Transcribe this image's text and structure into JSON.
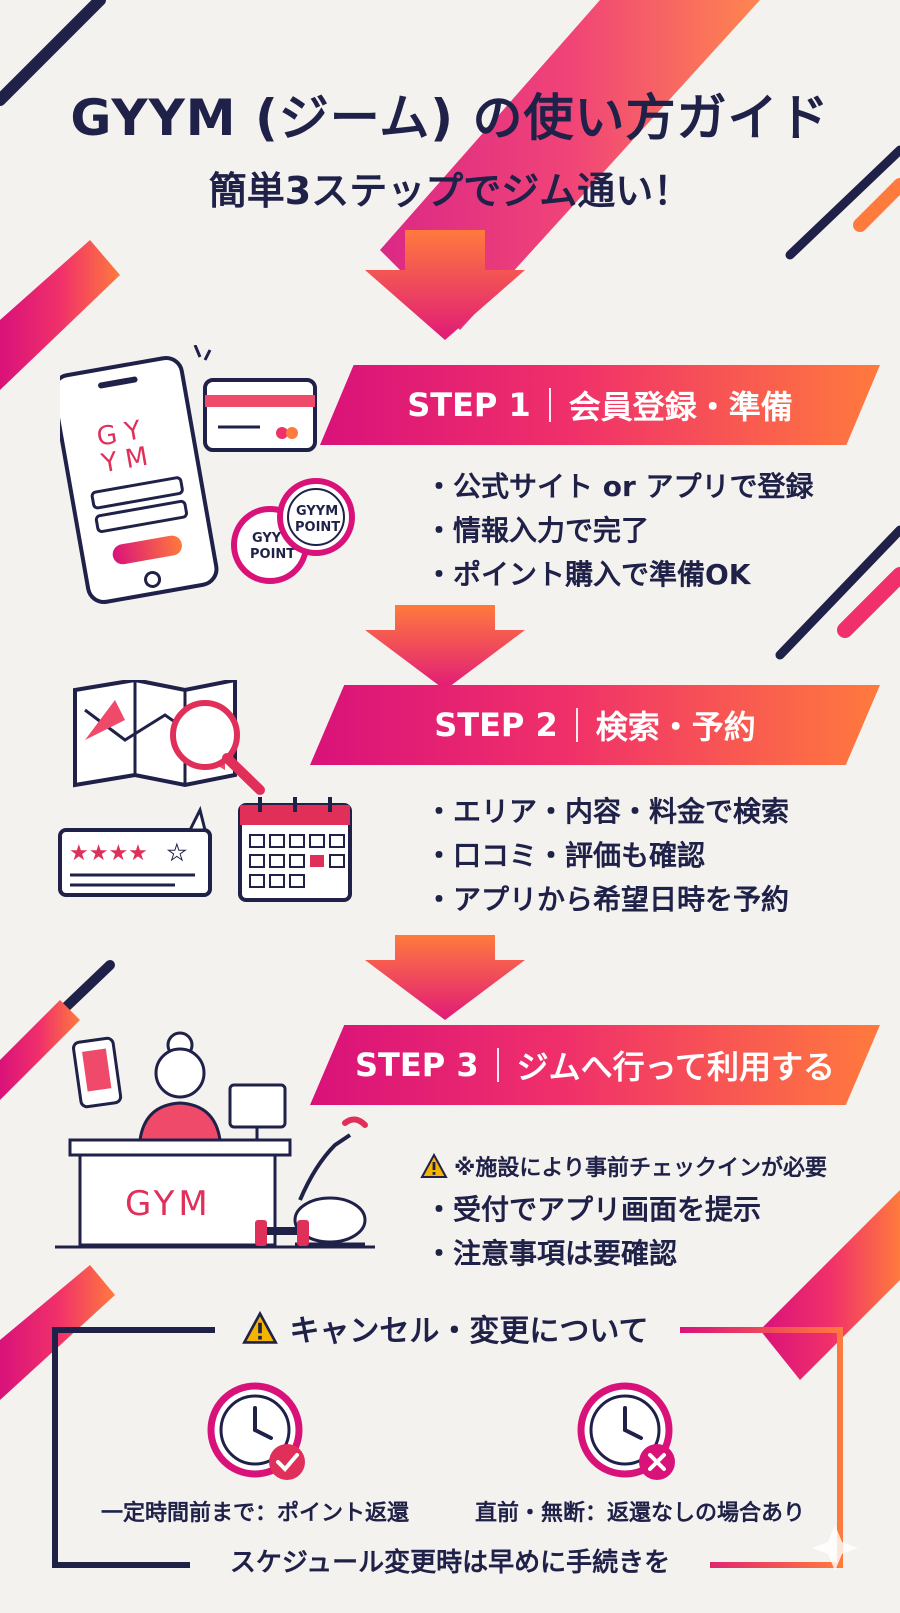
{
  "header": {
    "title": "GYYM (ジーム) の使い方ガイド",
    "subtitle": "簡単3ステップでジム通い！"
  },
  "steps": [
    {
      "label": "STEP 1",
      "heading": "会員登録・準備",
      "bullets": [
        "・公式サイト or アプリで登録",
        "・情報入力で完了",
        "・ポイント購入で準備OK"
      ]
    },
    {
      "label": "STEP 2",
      "heading": "検索・予約",
      "bullets": [
        "・エリア・内容・料金で検索",
        "・口コミ・評価も確認",
        "・アプリから希望日時を予約"
      ]
    },
    {
      "label": "STEP 3",
      "heading": "ジムへ行って利用する",
      "note": "※施設により事前チェックインが必要",
      "bullets": [
        "・受付でアプリ画面を提示",
        "・注意事項は要確認"
      ]
    }
  ],
  "illustration_text": {
    "phone_logo_top": "G Y",
    "phone_logo_bottom": "Y M",
    "coin_front_line1": "GYYM",
    "coin_front_line2": "POINT",
    "coin_back_line1": "GYY",
    "coin_back_line2": "POINT",
    "desk_sign": "GYM"
  },
  "cancel": {
    "title": "キャンセル・変更について",
    "left_caption": "一定時間前まで：ポイント返還",
    "right_caption": "直前・無断：返還なしの場合あり",
    "footer": "スケジュール変更時は早めに手続きを"
  },
  "colors": {
    "navy": "#1f2148",
    "magenta": "#d9127a",
    "pink": "#f0306a",
    "orange": "#ff7a3d",
    "background": "#f4f2ef",
    "warning": "#f5b400"
  },
  "icons": [
    "down-arrow-icon",
    "smartphone-icon",
    "credit-card-icon",
    "point-coin-icon",
    "map-icon",
    "magnifier-icon",
    "review-stars-icon",
    "calendar-icon",
    "receptionist-icon",
    "exercise-bike-icon",
    "dumbbell-icon",
    "warning-icon",
    "clock-check-icon",
    "clock-cross-icon"
  ]
}
